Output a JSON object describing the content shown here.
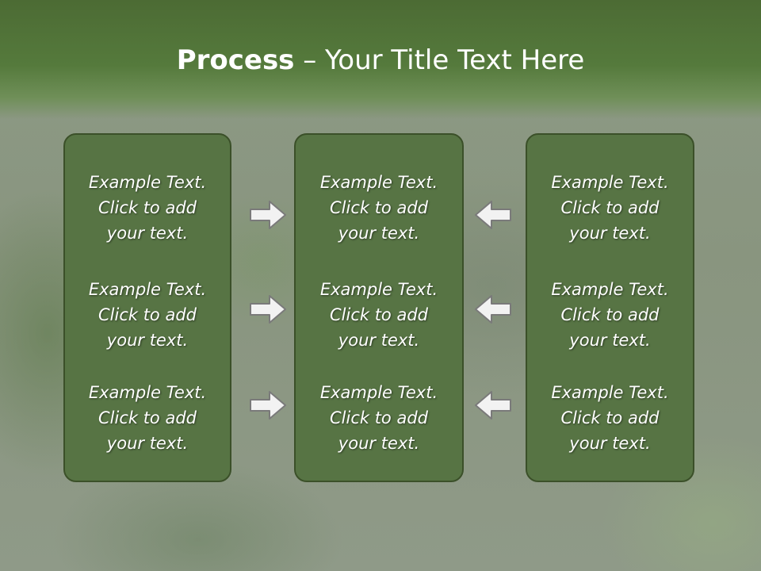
{
  "slide": {
    "title_bold": "Process",
    "title_rest": " – Your Title Text Here"
  },
  "columns": [
    {
      "items": [
        {
          "line1": "Example Text.",
          "line2": "Click  to add",
          "line3": "your text."
        },
        {
          "line1": "Example Text.",
          "line2": "Click  to add",
          "line3": "your text."
        },
        {
          "line1": "Example Text.",
          "line2": "Click  to add",
          "line3": "your text."
        }
      ]
    },
    {
      "items": [
        {
          "line1": "Example Text.",
          "line2": "Click  to add",
          "line3": "your text."
        },
        {
          "line1": "Example Text.",
          "line2": "Click  to add",
          "line3": "your text."
        },
        {
          "line1": "Example Text.",
          "line2": "Click  to add",
          "line3": "your text."
        }
      ]
    },
    {
      "items": [
        {
          "line1": "Example Text.",
          "line2": "Click  to add",
          "line3": "your text."
        },
        {
          "line1": "Example Text.",
          "line2": "Click  to add",
          "line3": "your text."
        },
        {
          "line1": "Example Text.",
          "line2": "Click  to add",
          "line3": "your text."
        }
      ]
    }
  ],
  "arrows": {
    "left_group": [
      "right-arrow-icon",
      "right-arrow-icon",
      "right-arrow-icon"
    ],
    "right_group": [
      "left-arrow-icon",
      "left-arrow-icon",
      "left-arrow-icon"
    ]
  },
  "colors": {
    "header": "#557a3c",
    "box_fill": "#577444",
    "box_border": "#3b5029",
    "text": "#ffffff",
    "arrow_fill": "#f2f2f2",
    "arrow_stroke": "#7a7a7a"
  }
}
